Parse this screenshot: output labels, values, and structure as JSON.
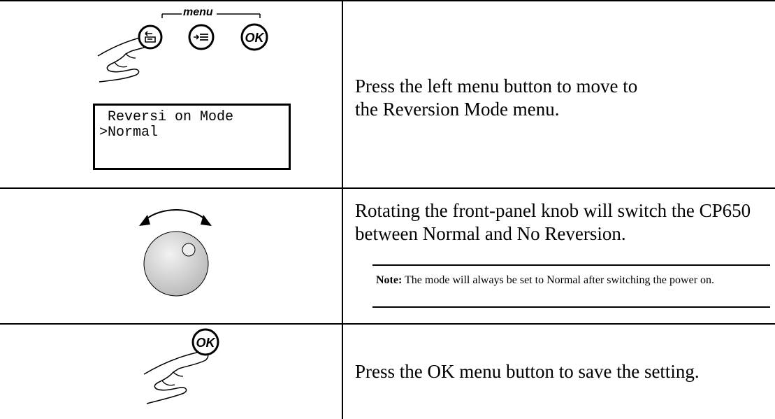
{
  "rows": [
    {
      "menu_label": "menu",
      "buttons": [
        {
          "icon": "back-menu-icon"
        },
        {
          "icon": "next-menu-icon"
        },
        {
          "icon": "ok-button-icon",
          "label": "OK"
        }
      ],
      "lcd": {
        "line1": " Reversi on Mode",
        "line2": ">Normal"
      },
      "description": "Press the left menu button to move to the Reversion Mode menu."
    },
    {
      "icon": "rotary-knob-icon",
      "description": "Rotating the front-panel knob will switch the CP650 between Normal and No Reversion.",
      "note": {
        "label": "Note:",
        "text": " The mode will always be set to Normal after switching the power on."
      }
    },
    {
      "button": {
        "icon": "ok-button-icon",
        "label": "OK"
      },
      "description": "Press the OK menu button to save the setting."
    }
  ]
}
